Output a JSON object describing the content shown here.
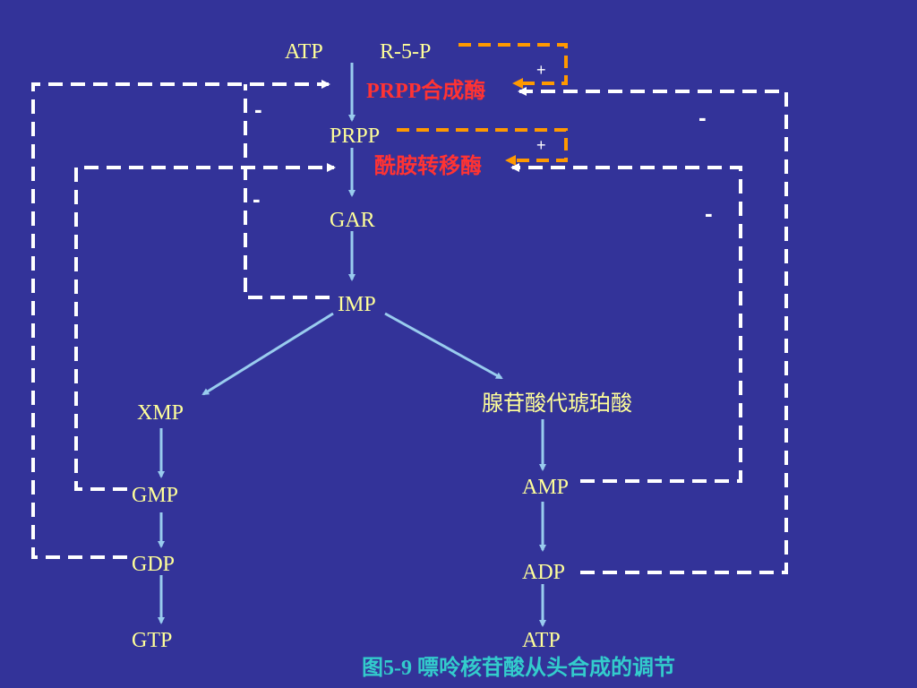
{
  "nodes": {
    "atp_top": "ATP",
    "r5p": "R-5-P",
    "prpp": "PRPP",
    "gar": "GAR",
    "imp": "IMP",
    "xmp": "XMP",
    "adenylosuccinate": "腺苷酸代琥珀酸",
    "gmp": "GMP",
    "gdp": "GDP",
    "gtp": "GTP",
    "amp": "AMP",
    "adp": "ADP",
    "atp_bottom": "ATP"
  },
  "enzymes": {
    "prpp_synthetase": "PRPP合成酶",
    "amidotransferase": "酰胺转移酶"
  },
  "signs": {
    "activation": "+",
    "inhibition": "-"
  },
  "caption": "图5-9 嘌呤核苷酸从头合成的调节",
  "colors": {
    "background": "#333399",
    "node_text": "#FFFF99",
    "enzyme_text": "#FF3333",
    "caption_text": "#33CCCC",
    "pathway_arrow": "#99CCEE",
    "feedback_line": "#FFFFFF",
    "activation_line": "#FF9900"
  }
}
